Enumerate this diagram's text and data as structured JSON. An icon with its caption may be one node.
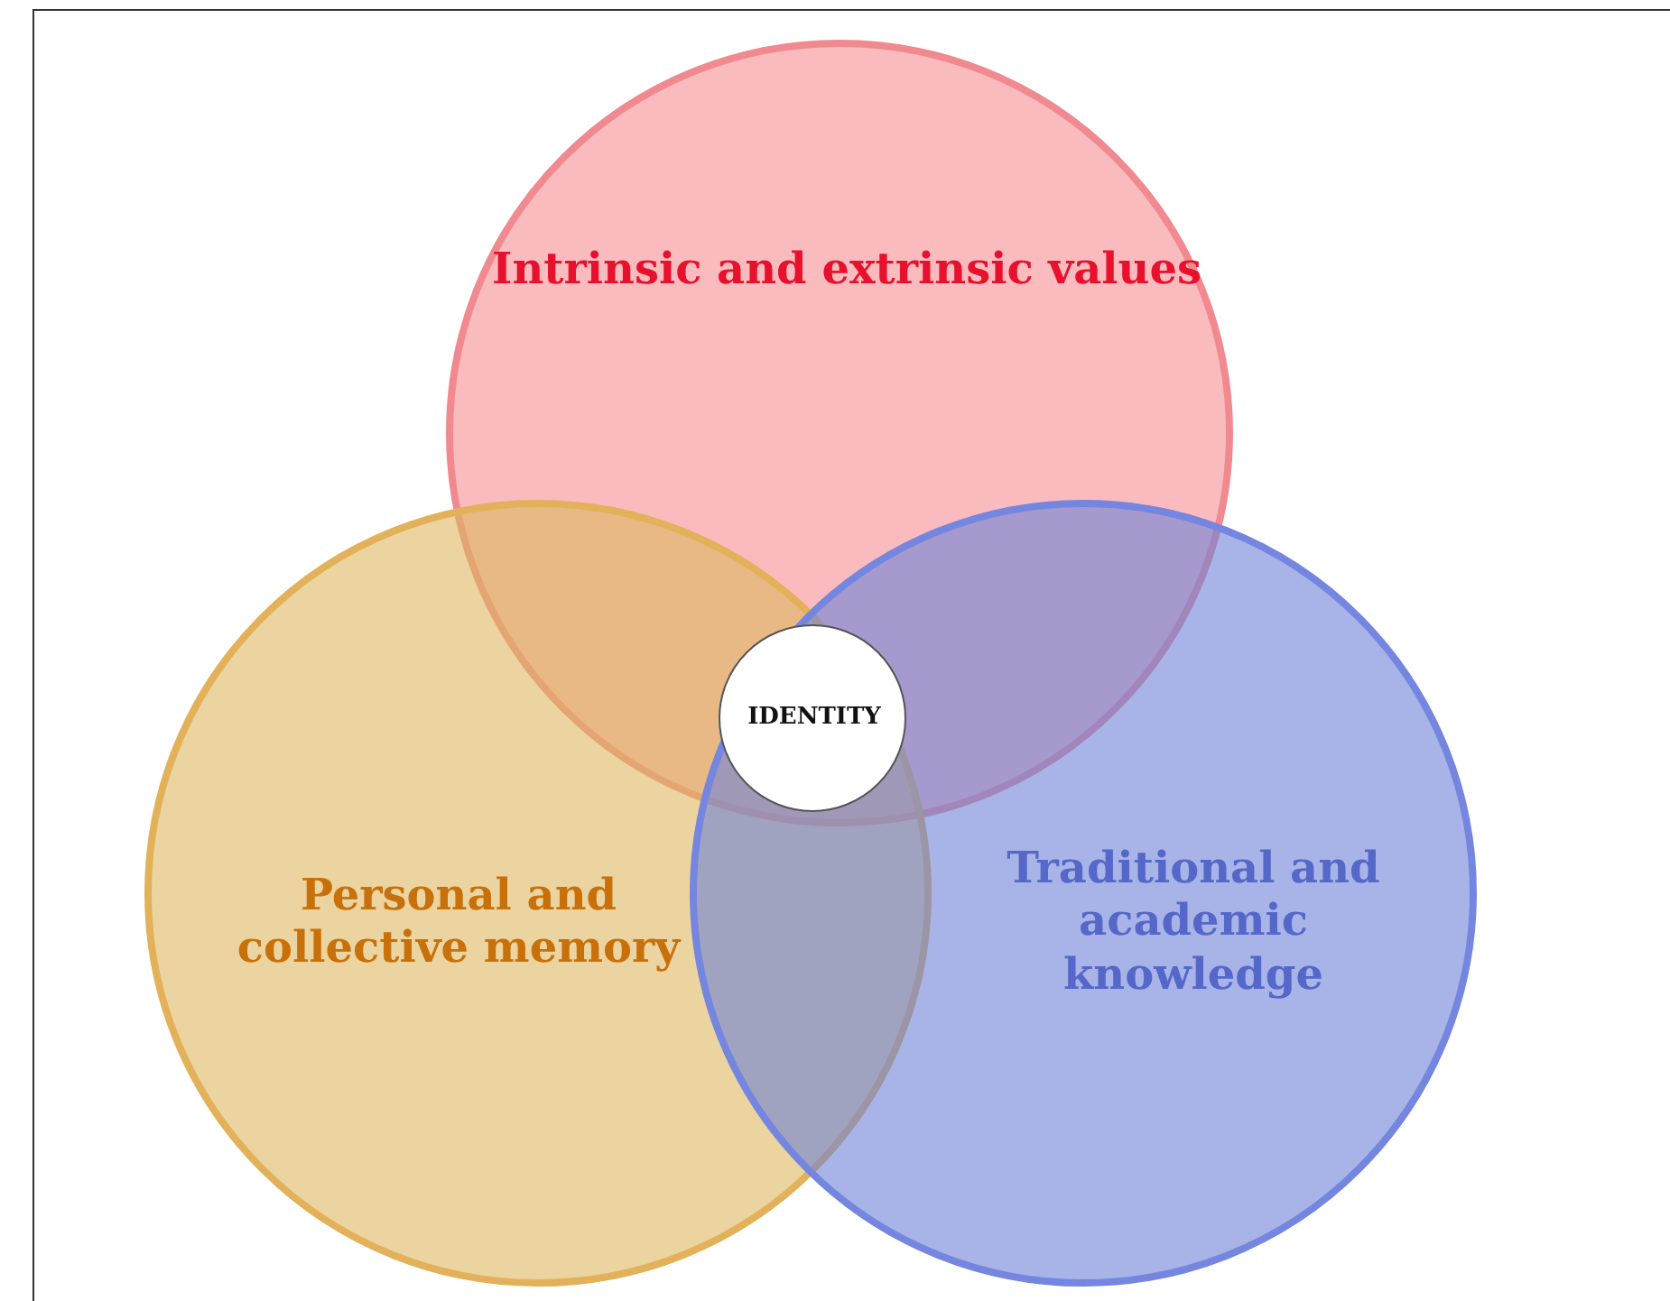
{
  "diagram": {
    "nodes": [
      {
        "text": [
          "Intrinsic and extrinsic values"
        ]
      },
      {
        "text": [
          "Personal and collective memory"
        ]
      },
      {
        "text": [
          "Traditional and academic knowledge"
        ]
      },
      {
        "text": [
          "IDENTITY"
        ]
      }
    ],
    "edges": []
  }
}
